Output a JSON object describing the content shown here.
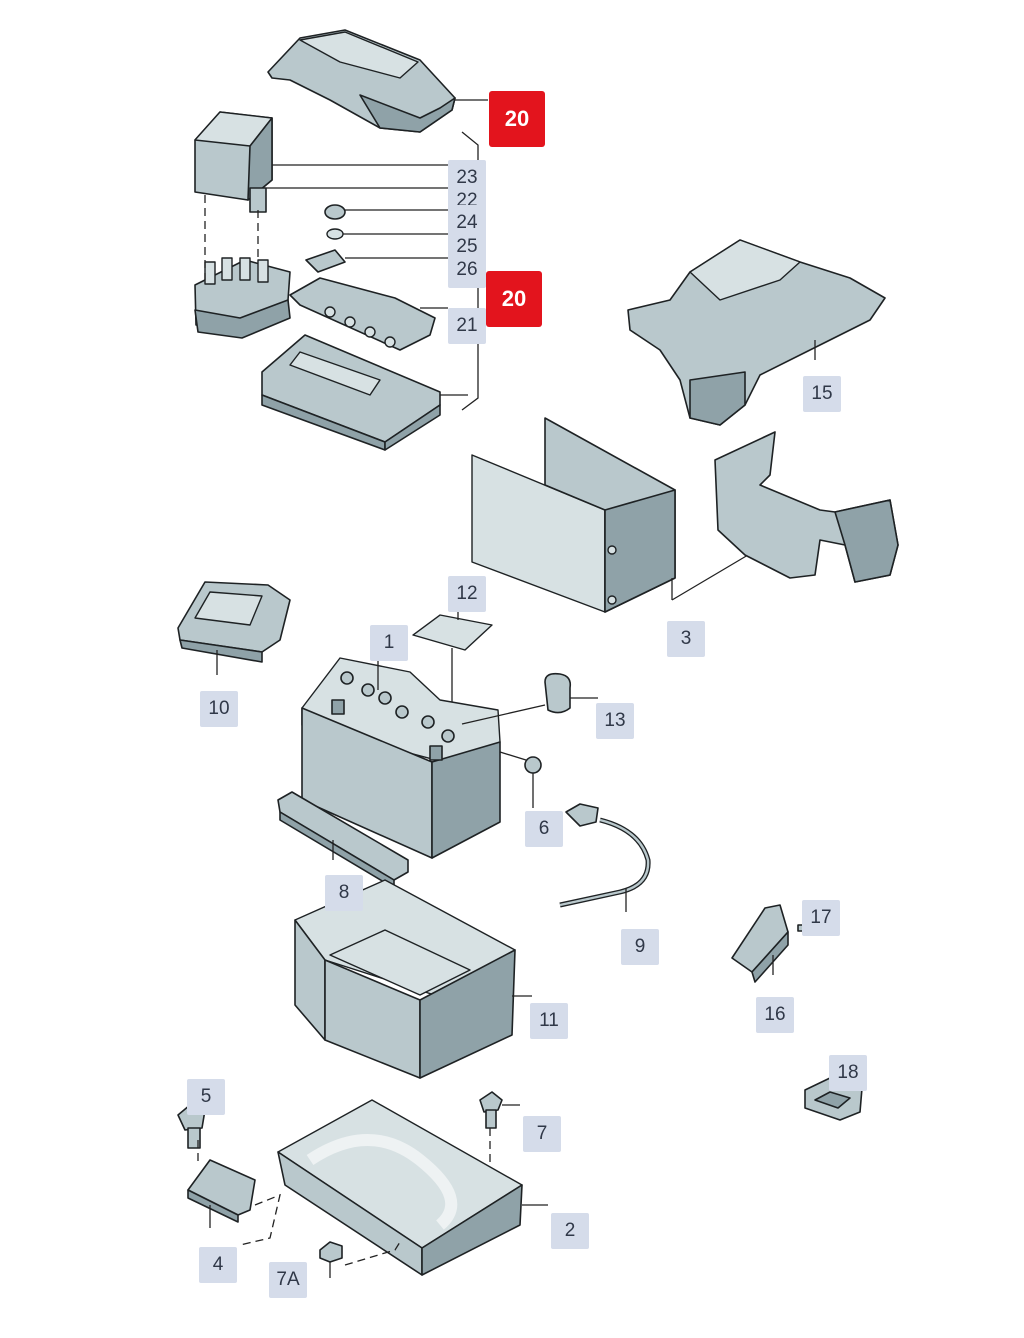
{
  "callouts": [
    {
      "id": "20a",
      "label": "20",
      "highlight": true
    },
    {
      "id": "20b",
      "label": "20",
      "highlight": true
    },
    {
      "id": "23",
      "label": "23",
      "highlight": false
    },
    {
      "id": "22",
      "label": "22",
      "highlight": false
    },
    {
      "id": "24",
      "label": "24",
      "highlight": false
    },
    {
      "id": "25",
      "label": "25",
      "highlight": false
    },
    {
      "id": "26",
      "label": "26",
      "highlight": false
    },
    {
      "id": "21",
      "label": "21",
      "highlight": false
    },
    {
      "id": "15",
      "label": "15",
      "highlight": false
    },
    {
      "id": "3",
      "label": "3",
      "highlight": false
    },
    {
      "id": "12",
      "label": "12",
      "highlight": false
    },
    {
      "id": "1",
      "label": "1",
      "highlight": false
    },
    {
      "id": "10",
      "label": "10",
      "highlight": false
    },
    {
      "id": "13",
      "label": "13",
      "highlight": false
    },
    {
      "id": "6",
      "label": "6",
      "highlight": false
    },
    {
      "id": "8",
      "label": "8",
      "highlight": false
    },
    {
      "id": "9",
      "label": "9",
      "highlight": false
    },
    {
      "id": "17",
      "label": "17",
      "highlight": false
    },
    {
      "id": "11",
      "label": "11",
      "highlight": false
    },
    {
      "id": "16",
      "label": "16",
      "highlight": false
    },
    {
      "id": "18",
      "label": "18",
      "highlight": false
    },
    {
      "id": "5",
      "label": "5",
      "highlight": false
    },
    {
      "id": "7",
      "label": "7",
      "highlight": false
    },
    {
      "id": "2",
      "label": "2",
      "highlight": false
    },
    {
      "id": "4",
      "label": "4",
      "highlight": false
    },
    {
      "id": "7A",
      "label": "7A",
      "highlight": false
    }
  ],
  "colors": {
    "highlight": "#e3141d",
    "callout_bg": "#d5dcea",
    "part_fill": "#b9c8cc"
  }
}
